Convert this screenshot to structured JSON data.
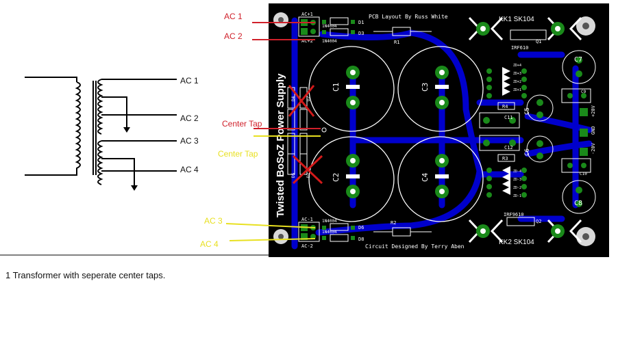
{
  "caption": "1 Transformer with seperate center taps.",
  "transformer_labels": {
    "ac1": "AC 1",
    "ac2": "AC 2",
    "ac3": "AC 3",
    "ac4": "AC 4"
  },
  "annotations": {
    "ac1": "AC 1",
    "ac2": "AC 2",
    "center_tap_1": "Center Tap",
    "center_tap_2": "Center Tap",
    "ac3": "AC 3",
    "ac4": "AC 4"
  },
  "pcb": {
    "vertical_title": "Twisted BoSoZ Power Supply",
    "layout_credit": "PCB Layout By Russ White",
    "design_credit": "Circuit Designed By Terry Aben",
    "heatsink_1": "KK1 SK104",
    "heatsink_2": "KK2 SK104",
    "conn_ac_plus1": "AC+1",
    "conn_ac_plus2": "AC+2",
    "conn_ac_minus1": "AC-1",
    "conn_ac_minus2": "AC-2",
    "diode_part": "1N4004",
    "d1": "D1",
    "d3": "D3",
    "d6": "D6",
    "d8": "D8",
    "r1": "R1",
    "r2": "R2",
    "r3": "R3",
    "r4": "R4",
    "c1": "C1",
    "c2": "C2",
    "c3": "C3",
    "c4": "C4",
    "c5": "C5",
    "c6": "C6",
    "c7": "C7",
    "c8": "C8",
    "c9": "C9",
    "c10": "C10",
    "c11": "C11",
    "c12": "C12",
    "q1_part": "IRF610",
    "q2_part": "IRF9610",
    "q1": "Q1",
    "q2": "Q2",
    "out_pos": "+20V",
    "out_gnd": "GND",
    "out_neg": "-20V",
    "zd_top": [
      "ZD+4",
      "ZD+3",
      "ZD+2",
      "ZD+1"
    ],
    "zd_bot": [
      "ZD-4",
      "ZD-3",
      "ZD-2",
      "ZD-1"
    ],
    "crossed_d2": "D2",
    "crossed_d4": "D4",
    "crossed_d5": "D5",
    "crossed_d7": "D7"
  },
  "colors": {
    "pcb_bg": "#000000",
    "trace": "#0000cc",
    "pad_ring": "#1a8a1a",
    "annotation_red": "#d0202a",
    "annotation_yellow": "#e8e020",
    "cross": "#d21a1a"
  }
}
